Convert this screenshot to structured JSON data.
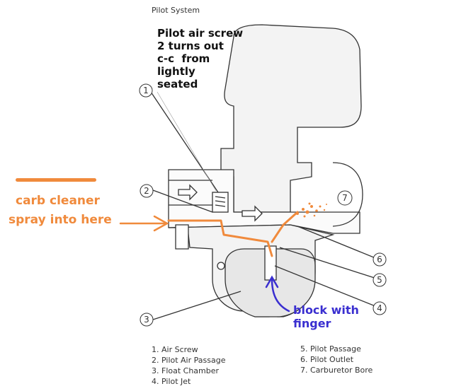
{
  "title": "Pilot System",
  "annotation_black": [
    "Pilot air screw",
    "2 turns out",
    "c-c  from",
    "lightly",
    "seated"
  ],
  "annotation_orange": [
    "carb cleaner",
    "spray into here"
  ],
  "annotation_blue": [
    "block with",
    "finger"
  ],
  "callouts": [
    "1",
    "2",
    "3",
    "4",
    "5",
    "6",
    "7"
  ],
  "legend_left": [
    "1. Air Screw",
    "2. Pilot Air Passage",
    "3. Float Chamber",
    "4. Pilot Jet"
  ],
  "legend_right": [
    "5. Pilot Passage",
    "6. Pilot Outlet",
    "7. Carburetor Bore"
  ],
  "colors": {
    "orange": "#f08a3c",
    "blue": "#3a2fd0",
    "line": "#333333",
    "body_fill": "#f1f1f1"
  }
}
